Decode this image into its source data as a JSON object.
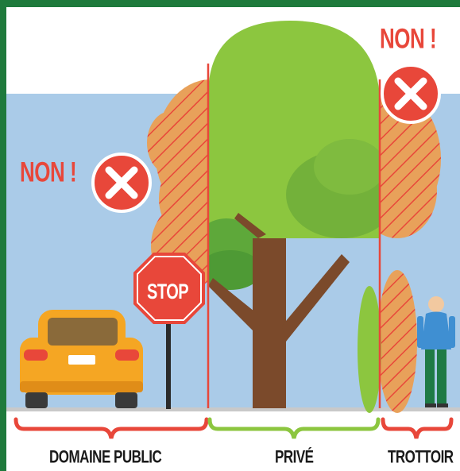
{
  "zones": {
    "public": "DOMAINE PUBLIC",
    "private": "PRIVÉ",
    "sidewalk": "TROTTOIR"
  },
  "warnings": {
    "left": "NON !",
    "right": "NON !"
  },
  "stop_sign": "STOP",
  "colors": {
    "frame": "#1f7a3c",
    "sky": "#aacbe8",
    "forbidden": "#e8473a",
    "allowed": "#8cc63f",
    "hatch": "#e8a15a",
    "trunk": "#7b4a2b",
    "car": "#f5a623"
  }
}
